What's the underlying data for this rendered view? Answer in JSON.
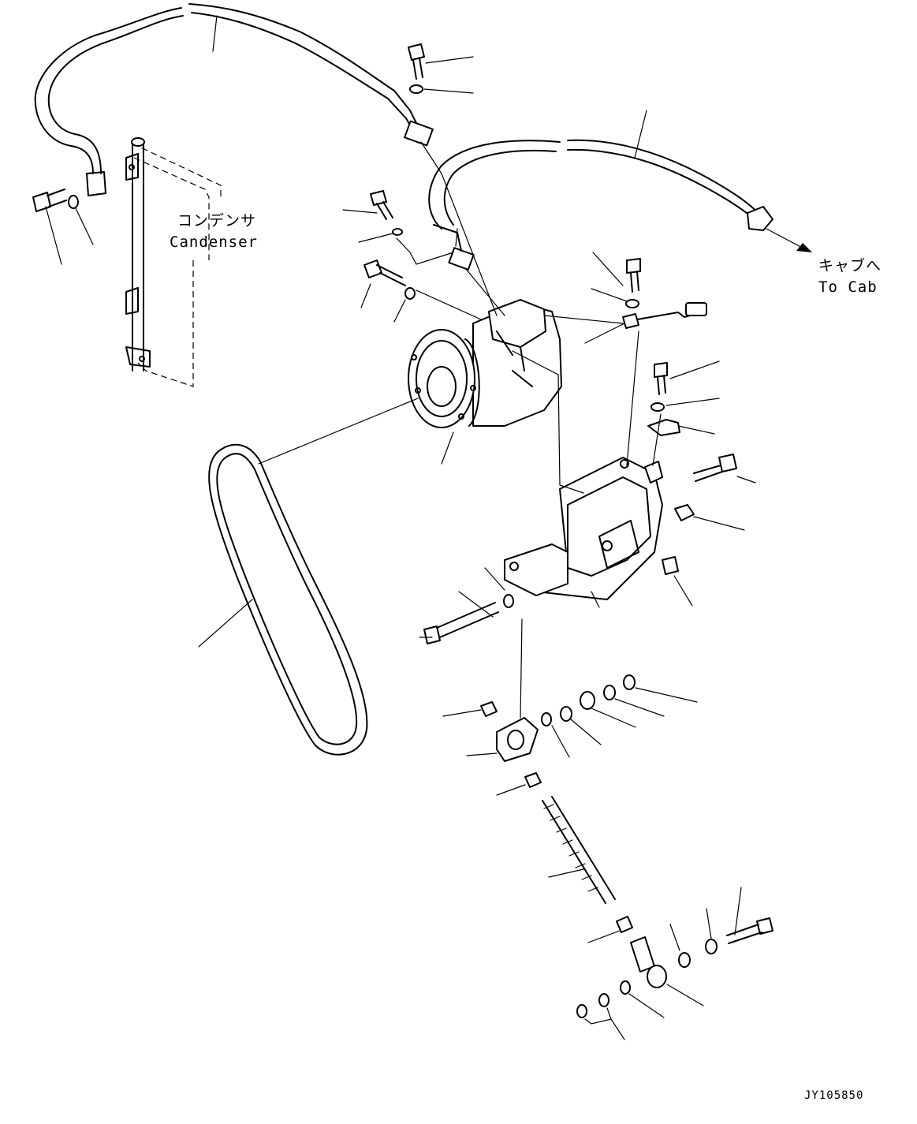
{
  "labels": {
    "condenser_jp": "コンデンサ",
    "condenser_en": "Candenser",
    "to_cab_jp": "キャブへ",
    "to_cab_en": "To Cab"
  },
  "drawing_code": "JY105850",
  "colors": {
    "ink": "#000000",
    "paper": "#ffffff"
  }
}
